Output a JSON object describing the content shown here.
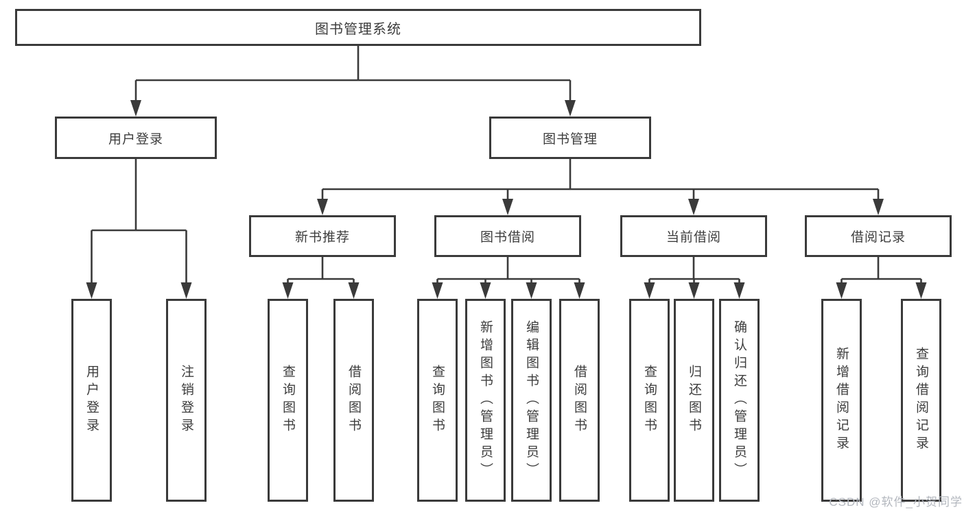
{
  "colors": {
    "line": "#3a3a3a",
    "text": "#3d3d3d",
    "background": "#ffffff",
    "watermark": "#b3b7be"
  },
  "watermark": {
    "text": "CSDN @软件_小贺同学"
  },
  "diagram": {
    "root": {
      "label": "图书管理系统"
    },
    "branches": [
      {
        "label": "用户登录",
        "children": [
          {
            "label": "用户登录"
          },
          {
            "label": "注销登录"
          }
        ]
      },
      {
        "label": "图书管理",
        "children": [
          {
            "label": "新书推荐",
            "children": [
              {
                "label": "查询图书"
              },
              {
                "label": "借阅图书"
              }
            ]
          },
          {
            "label": "图书借阅",
            "children": [
              {
                "label": "查询图书"
              },
              {
                "label": "新增图书（管理员）"
              },
              {
                "label": "编辑图书（管理员）"
              },
              {
                "label": "借阅图书"
              }
            ]
          },
          {
            "label": "当前借阅",
            "children": [
              {
                "label": "查询图书"
              },
              {
                "label": "归还图书"
              },
              {
                "label": "确认归还（管理员）"
              }
            ]
          },
          {
            "label": "借阅记录",
            "children": [
              {
                "label": "新增借阅记录"
              },
              {
                "label": "查询借阅记录"
              }
            ]
          }
        ]
      }
    ]
  }
}
